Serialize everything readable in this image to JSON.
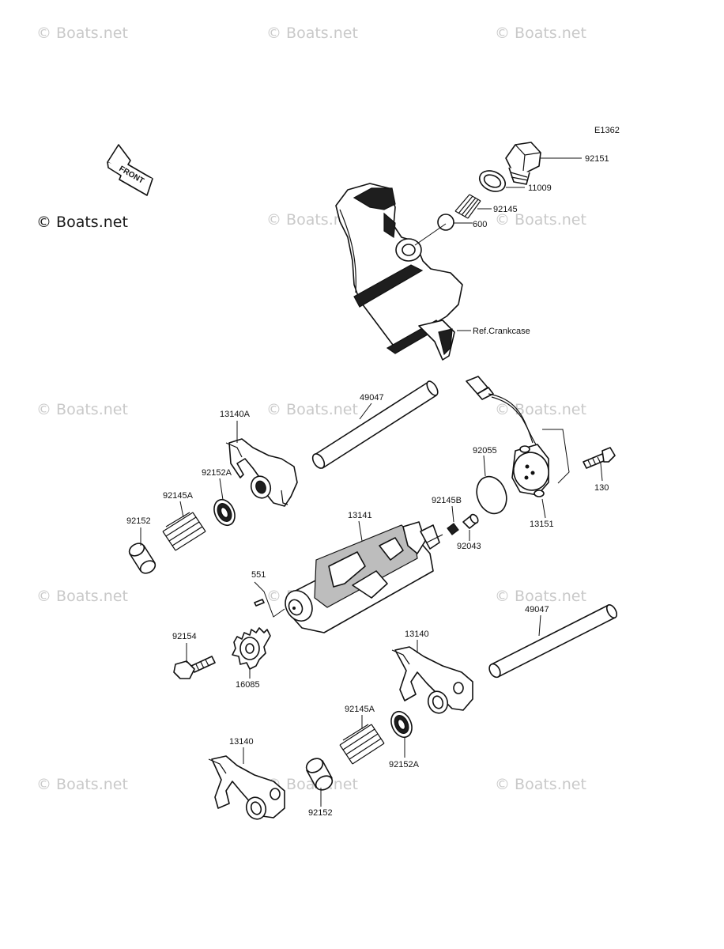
{
  "diagram_code": "E1362",
  "front_label": "FRONT",
  "watermark": "© Boats.net",
  "main_watermark": "© Boats.net",
  "reference": "Ref.Crankcase",
  "labels": {
    "p92151": "92151",
    "p11009": "11009",
    "p92145": "92145",
    "p600": "600",
    "p49047_top": "49047",
    "p13140A": "13140A",
    "p92152A_left": "92152A",
    "p92145A_left": "92145A",
    "p92152_left": "92152",
    "p92055": "92055",
    "p92145B": "92145B",
    "p92043": "92043",
    "p13141": "13141",
    "p130": "130",
    "p13151": "13151",
    "p551": "551",
    "p92154": "92154",
    "p16085": "16085",
    "p49047_bottom": "49047",
    "p13140_mid": "13140",
    "p92145A_bottom": "92145A",
    "p92152A_bottom": "92152A",
    "p13140_low": "13140",
    "p92152_bottom": "92152"
  }
}
